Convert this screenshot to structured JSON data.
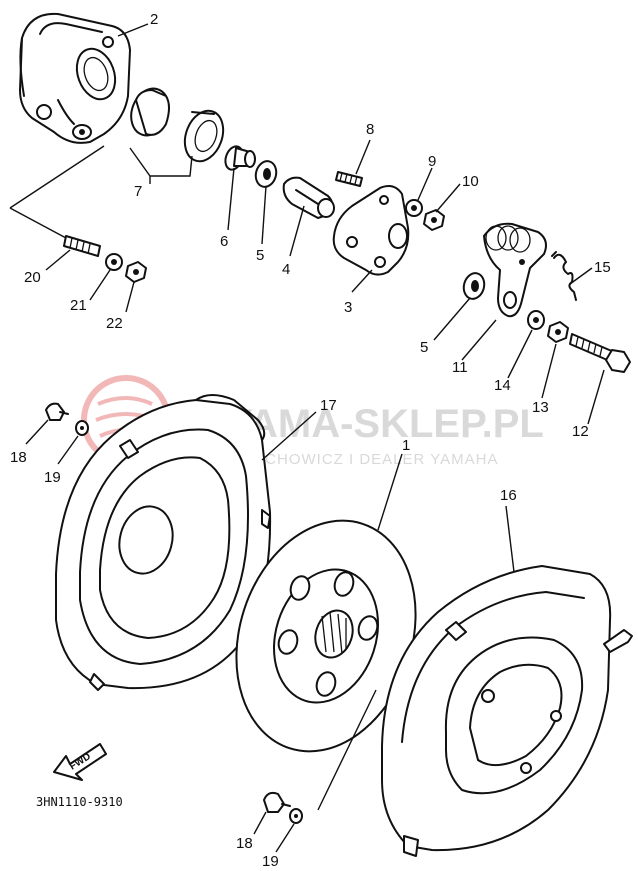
{
  "diagram": {
    "code": "3HN1110-9310",
    "fwd_label": "FWD",
    "watermark": {
      "main": "YAMA-SKLEP.PL",
      "sub": "WLOCHOWICZ I DEALER YAMAHA"
    },
    "callouts": [
      {
        "id": "c2",
        "label": "2"
      },
      {
        "id": "c7",
        "label": "7"
      },
      {
        "id": "c6",
        "label": "6"
      },
      {
        "id": "c5a",
        "label": "5"
      },
      {
        "id": "c4",
        "label": "4"
      },
      {
        "id": "c8",
        "label": "8"
      },
      {
        "id": "c9",
        "label": "9"
      },
      {
        "id": "c10",
        "label": "10"
      },
      {
        "id": "c3",
        "label": "3"
      },
      {
        "id": "c15",
        "label": "15"
      },
      {
        "id": "c5b",
        "label": "5"
      },
      {
        "id": "c11",
        "label": "11"
      },
      {
        "id": "c14",
        "label": "14"
      },
      {
        "id": "c13",
        "label": "13"
      },
      {
        "id": "c12",
        "label": "12"
      },
      {
        "id": "c20",
        "label": "20"
      },
      {
        "id": "c21",
        "label": "21"
      },
      {
        "id": "c22",
        "label": "22"
      },
      {
        "id": "c18a",
        "label": "18"
      },
      {
        "id": "c19a",
        "label": "19"
      },
      {
        "id": "c17",
        "label": "17"
      },
      {
        "id": "c1",
        "label": "1"
      },
      {
        "id": "c16",
        "label": "16"
      },
      {
        "id": "c18b",
        "label": "18"
      },
      {
        "id": "c19b",
        "label": "19"
      }
    ]
  }
}
